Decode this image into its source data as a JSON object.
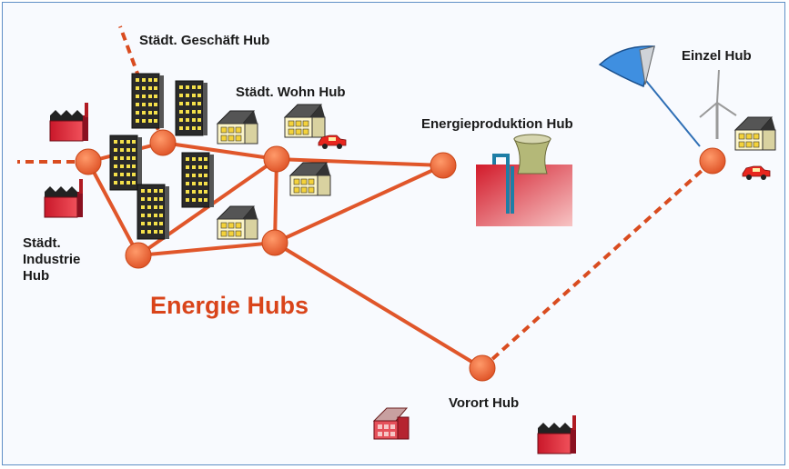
{
  "title": "Energie Hubs",
  "labels": {
    "geschaeft": "Städt. Geschäft Hub",
    "wohn": "Städt. Wohn Hub",
    "energie": "Energieproduktion Hub",
    "einzel": "Einzel Hub",
    "industrie": "Städt.\nIndustrie\nHub",
    "vorort": "Vorort Hub"
  },
  "colors": {
    "hub": "#ee6633",
    "line": "#e0562a",
    "title": "#d9441a",
    "border": "#5f8fc6"
  }
}
